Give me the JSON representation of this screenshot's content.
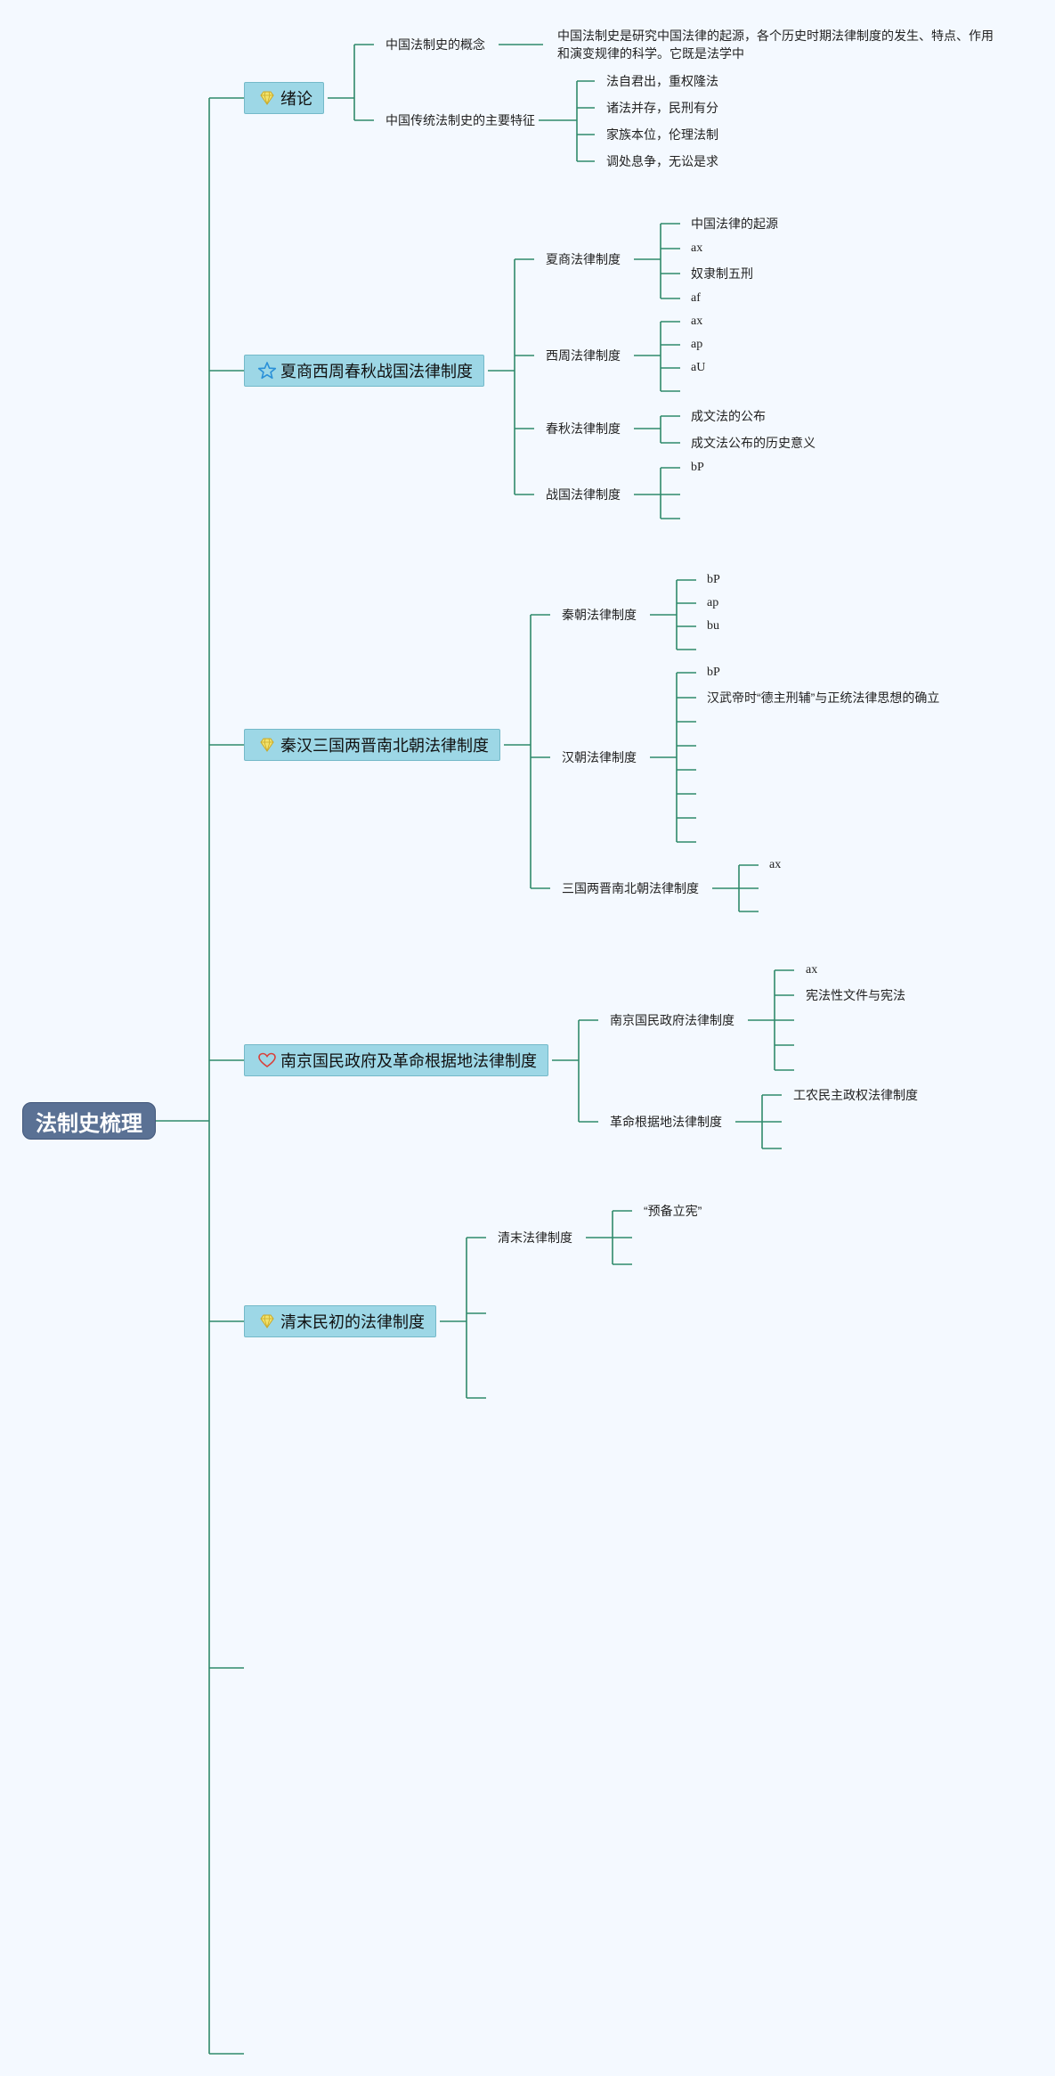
{
  "root": "法制史梳理",
  "colors": {
    "background": "#f4f9ff",
    "connector": "#2f8a6b",
    "root_fill": "#5a7194",
    "topic_fill": "#9dd7e6",
    "topic_border": "#74b9c9"
  },
  "topics": [
    {
      "label": "绪论",
      "icon": "diamond-icon",
      "children": [
        {
          "label": "中国法制史的概念",
          "children": [
            {
              "label": "中国法制史是研究中国法律的起源，各个历史时期法律制度的发生、特点、作用和演变规律的科学。它既是法学中"
            }
          ]
        },
        {
          "label": "中国传统法制史的主要特征",
          "children": [
            {
              "label": "法自君出，重权隆法"
            },
            {
              "label": "诸法并存，民刑有分"
            },
            {
              "label": "家族本位，伦理法制"
            },
            {
              "label": "调处息争，无讼是求"
            }
          ]
        }
      ]
    },
    {
      "label": "夏商西周春秋战国法律制度",
      "icon": "star-icon",
      "children": [
        {
          "label": "夏商法律制度",
          "children": [
            {
              "label": "中国法律的起源"
            },
            {
              "label": "ax"
            },
            {
              "label": "奴隶制五刑"
            },
            {
              "label": "af"
            }
          ]
        },
        {
          "label": "西周法律制度",
          "children": [
            {
              "label": "ax"
            },
            {
              "label": "ap"
            },
            {
              "label": "aU"
            },
            {
              "label": ""
            }
          ]
        },
        {
          "label": "春秋法律制度",
          "children": [
            {
              "label": "成文法的公布"
            },
            {
              "label": "成文法公布的历史意义"
            }
          ]
        },
        {
          "label": "战国法律制度",
          "children": [
            {
              "label": "bP"
            },
            {
              "label": ""
            },
            {
              "label": ""
            }
          ]
        }
      ]
    },
    {
      "label": "秦汉三国两晋南北朝法律制度",
      "icon": "diamond-icon",
      "children": [
        {
          "label": "秦朝法律制度",
          "children": [
            {
              "label": "bP"
            },
            {
              "label": "ap"
            },
            {
              "label": "bu"
            },
            {
              "label": ""
            }
          ]
        },
        {
          "label": "汉朝法律制度",
          "children": [
            {
              "label": "bP"
            },
            {
              "label": "汉武帝时“德主刑辅”与正统法律思想的确立"
            },
            {
              "label": ""
            },
            {
              "label": ""
            },
            {
              "label": ""
            },
            {
              "label": ""
            },
            {
              "label": ""
            },
            {
              "label": ""
            }
          ]
        },
        {
          "label": "三国两晋南北朝法律制度",
          "children": [
            {
              "label": "ax"
            },
            {
              "label": ""
            },
            {
              "label": ""
            }
          ]
        }
      ]
    },
    {
      "label": "南京国民政府及革命根据地法律制度",
      "icon": "heart-icon",
      "children": [
        {
          "label": "南京国民政府法律制度",
          "children": [
            {
              "label": "ax"
            },
            {
              "label": "宪法性文件与宪法"
            },
            {
              "label": ""
            },
            {
              "label": ""
            },
            {
              "label": ""
            }
          ]
        },
        {
          "label": "革命根据地法律制度",
          "children": [
            {
              "label": "工农民主政权法律制度"
            },
            {
              "label": ""
            },
            {
              "label": ""
            }
          ]
        }
      ]
    },
    {
      "label": "清末民初的法律制度",
      "icon": "diamond-icon",
      "children": [
        {
          "label": "清末法律制度",
          "children": [
            {
              "label": "“预备立宪”"
            },
            {
              "label": ""
            },
            {
              "label": ""
            }
          ]
        },
        {
          "label": "",
          "children": []
        },
        {
          "label": "",
          "children": []
        }
      ]
    },
    {
      "label": "",
      "icon": "",
      "children": []
    },
    {
      "label": "",
      "icon": "",
      "children": []
    }
  ]
}
